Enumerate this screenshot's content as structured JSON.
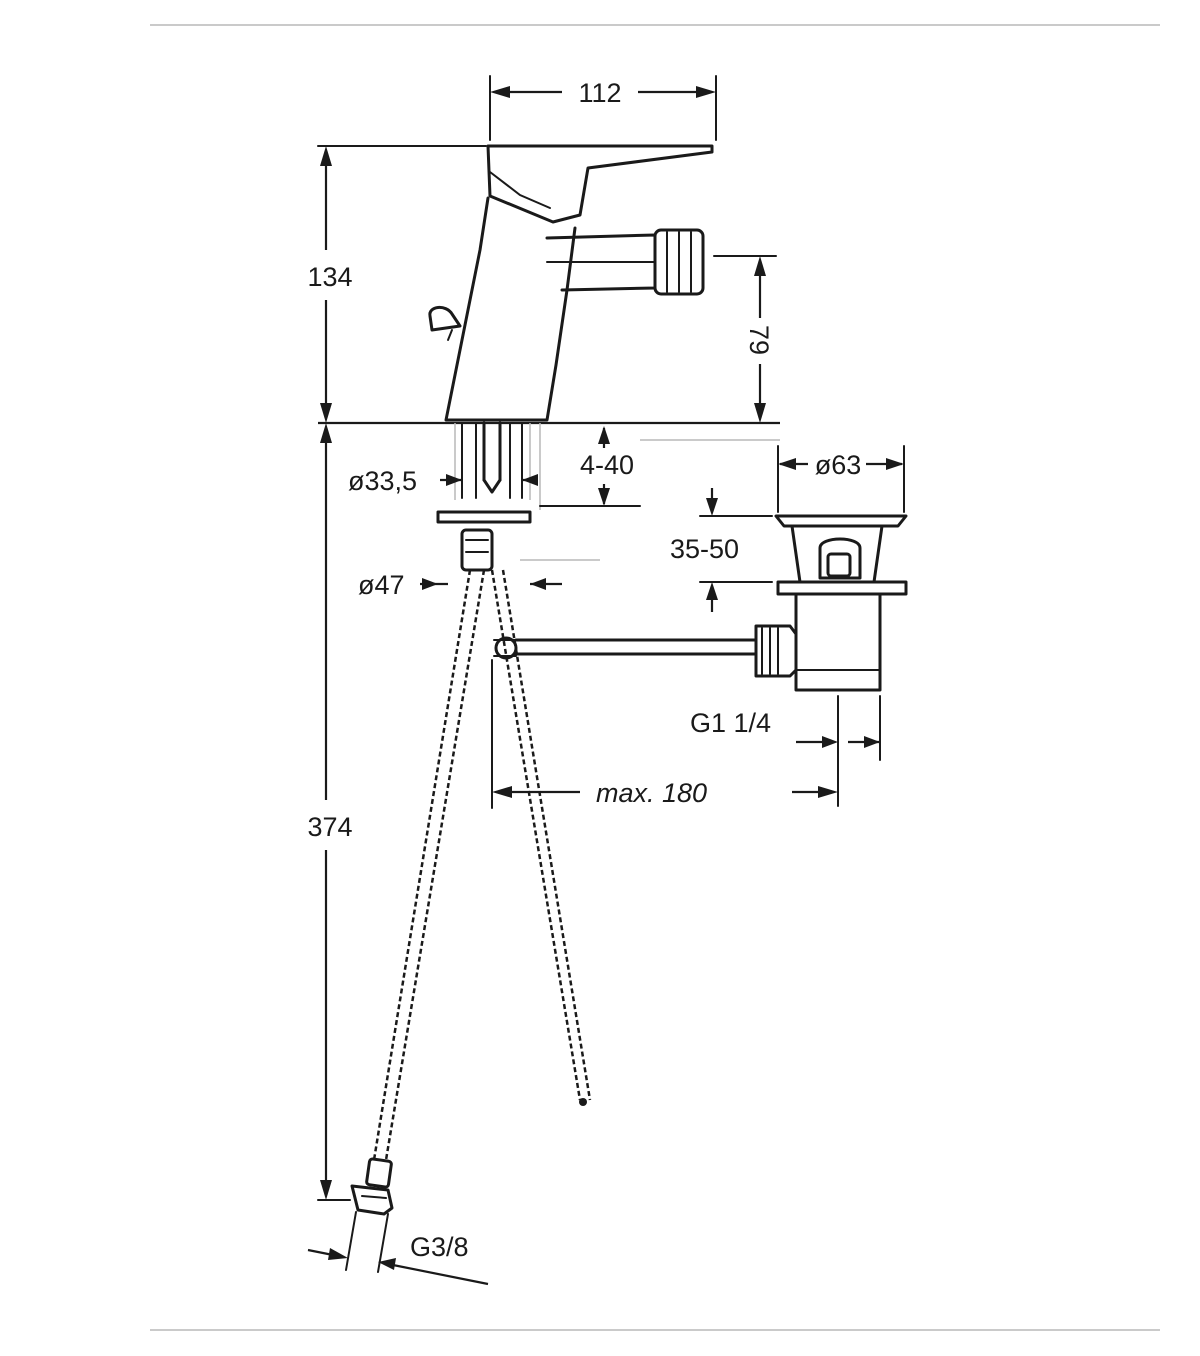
{
  "dimensions": {
    "overall_width": "112",
    "tap_height": "134",
    "outlet_height": "79",
    "deck_thickness": "4-40",
    "shank_diameter": "ø33,5",
    "waste_diameter": "ø63",
    "plate_diameter": "ø47",
    "waste_range": "35-50",
    "waste_thread": "G1 1/4",
    "max_reach": "max. 180",
    "hose_length": "374",
    "connection_thread": "G3/8"
  }
}
